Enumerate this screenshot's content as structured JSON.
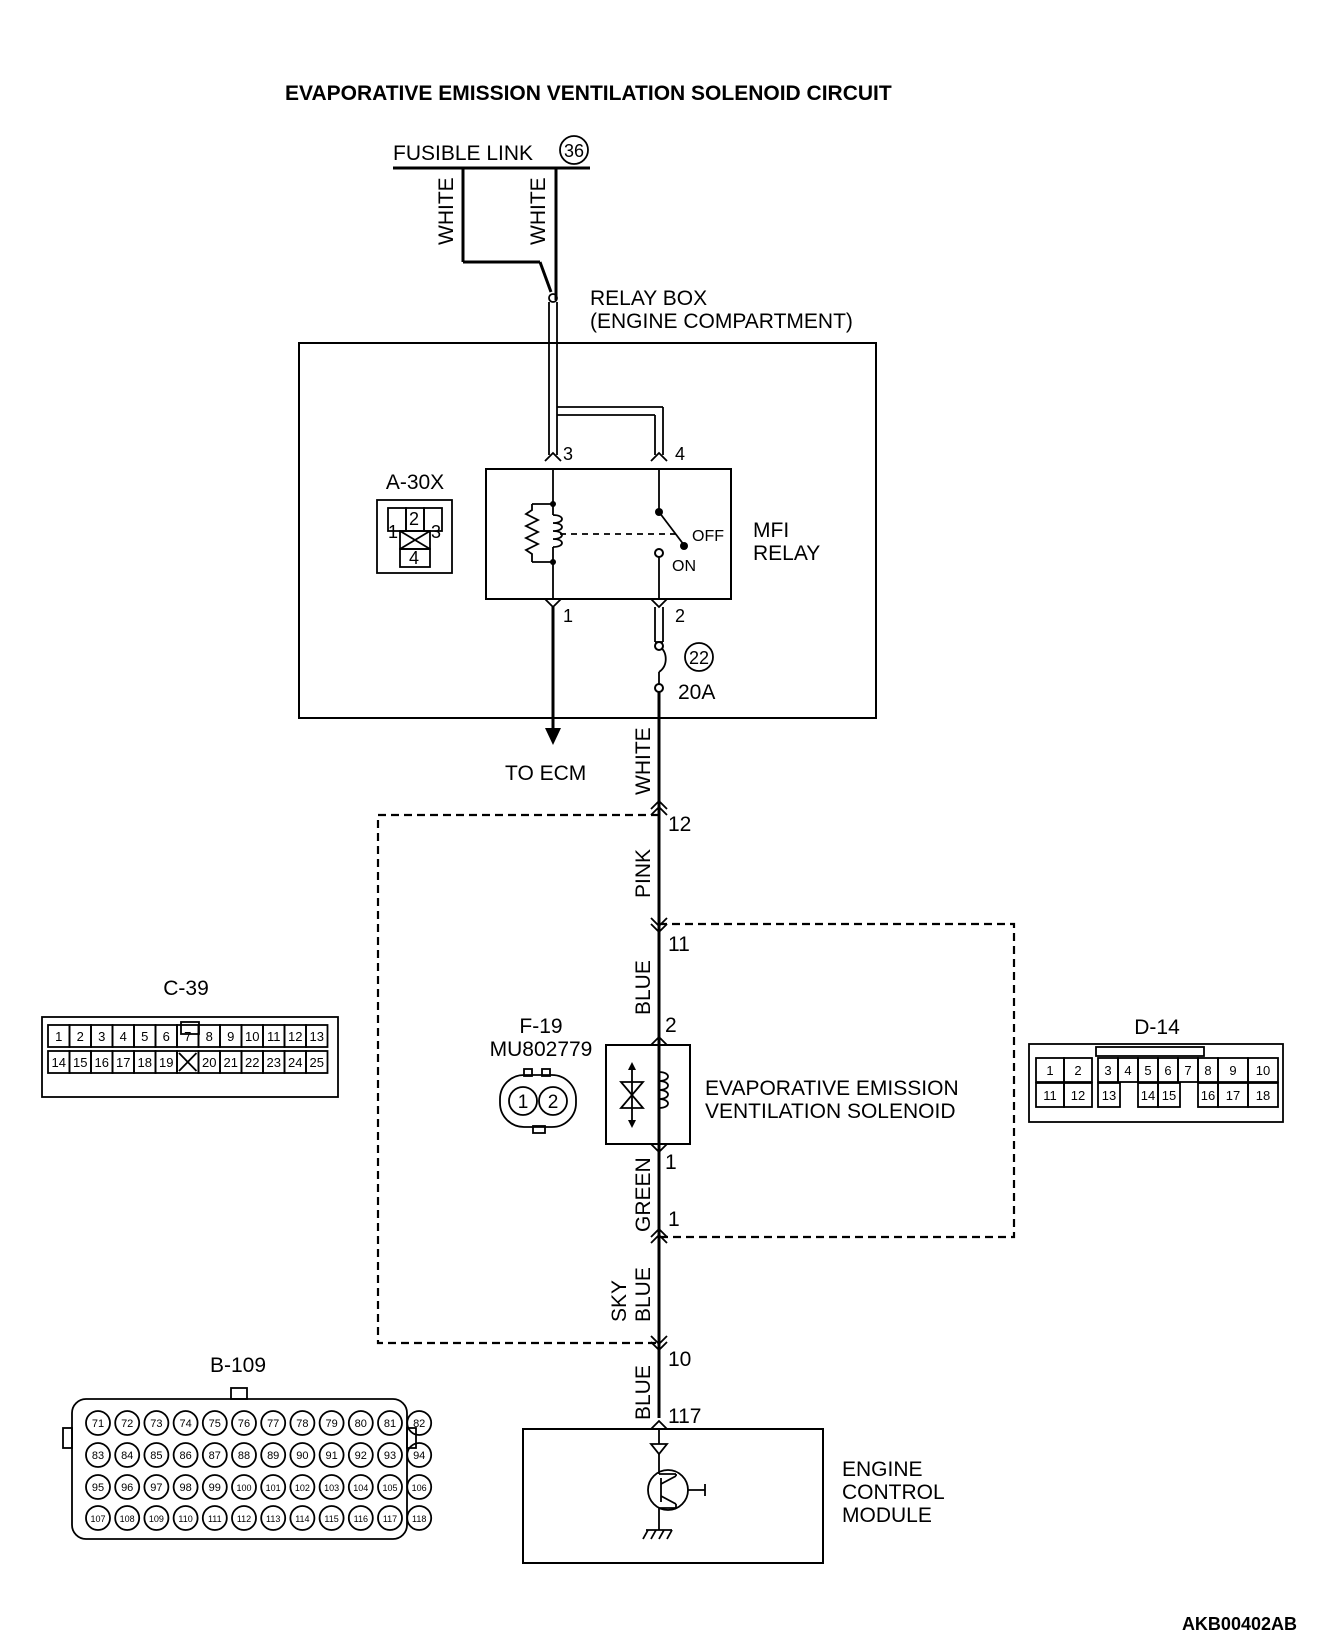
{
  "title": "EVAPORATIVE EMISSION VENTILATION SOLENOID CIRCUIT",
  "fusible_link": {
    "label": "FUSIBLE LINK",
    "number": "36"
  },
  "wires": {
    "white_left": "WHITE",
    "white_right": "WHITE",
    "white_main": "WHITE",
    "pink": "PINK",
    "blue_upper": "BLUE",
    "green": "GREEN",
    "sky": "SKY",
    "sky_blue": "BLUE",
    "blue_lower": "BLUE"
  },
  "relay_box": {
    "line1": "RELAY BOX",
    "line2": "(ENGINE COMPARTMENT)"
  },
  "relay": {
    "line1": "MFI",
    "line2": "RELAY",
    "off": "OFF",
    "on": "ON",
    "pin3": "3",
    "pin4": "4",
    "pin1": "1",
    "pin2": "2"
  },
  "fuse": {
    "number": "22",
    "rating": "20A"
  },
  "to_ecm": "TO ECM",
  "connector_a30x": {
    "id": "A-30X",
    "pins": [
      "1",
      "2",
      "3",
      "4"
    ]
  },
  "terminals": {
    "t12": "12",
    "t11": "11",
    "t2": "2",
    "t1a": "1",
    "t1b": "1",
    "t10": "10",
    "t117": "117"
  },
  "connector_f19": {
    "id": "F-19",
    "part": "MU802779",
    "pins": [
      "1",
      "2"
    ]
  },
  "solenoid": {
    "line1": "EVAPORATIVE EMISSION",
    "line2": "VENTILATION SOLENOID"
  },
  "connector_c39": {
    "id": "C-39",
    "row1": [
      "1",
      "2",
      "3",
      "4",
      "5",
      "6",
      "7",
      "8",
      "9",
      "10",
      "11",
      "12",
      "13"
    ],
    "row2": [
      "14",
      "15",
      "16",
      "17",
      "18",
      "19",
      "",
      "20",
      "21",
      "22",
      "23",
      "24",
      "25"
    ]
  },
  "connector_d14": {
    "id": "D-14",
    "row1": [
      "1",
      "2",
      "3",
      "4",
      "5",
      "6",
      "7",
      "8",
      "9",
      "10"
    ],
    "row2": [
      "11",
      "12",
      "13",
      "14",
      "15",
      "16",
      "17",
      "18"
    ]
  },
  "connector_b109": {
    "id": "B-109",
    "rows": [
      [
        "71",
        "72",
        "73",
        "74",
        "75",
        "76",
        "77",
        "78",
        "79",
        "80",
        "81",
        "82"
      ],
      [
        "83",
        "84",
        "85",
        "86",
        "87",
        "88",
        "89",
        "90",
        "91",
        "92",
        "93",
        "94"
      ],
      [
        "95",
        "96",
        "97",
        "98",
        "99",
        "100",
        "101",
        "102",
        "103",
        "104",
        "105",
        "106"
      ],
      [
        "107",
        "108",
        "109",
        "110",
        "111",
        "112",
        "113",
        "114",
        "115",
        "116",
        "117",
        "118"
      ]
    ]
  },
  "ecm": {
    "line1": "ENGINE",
    "line2": "CONTROL",
    "line3": "MODULE"
  },
  "figure_code": "AKB00402AB"
}
